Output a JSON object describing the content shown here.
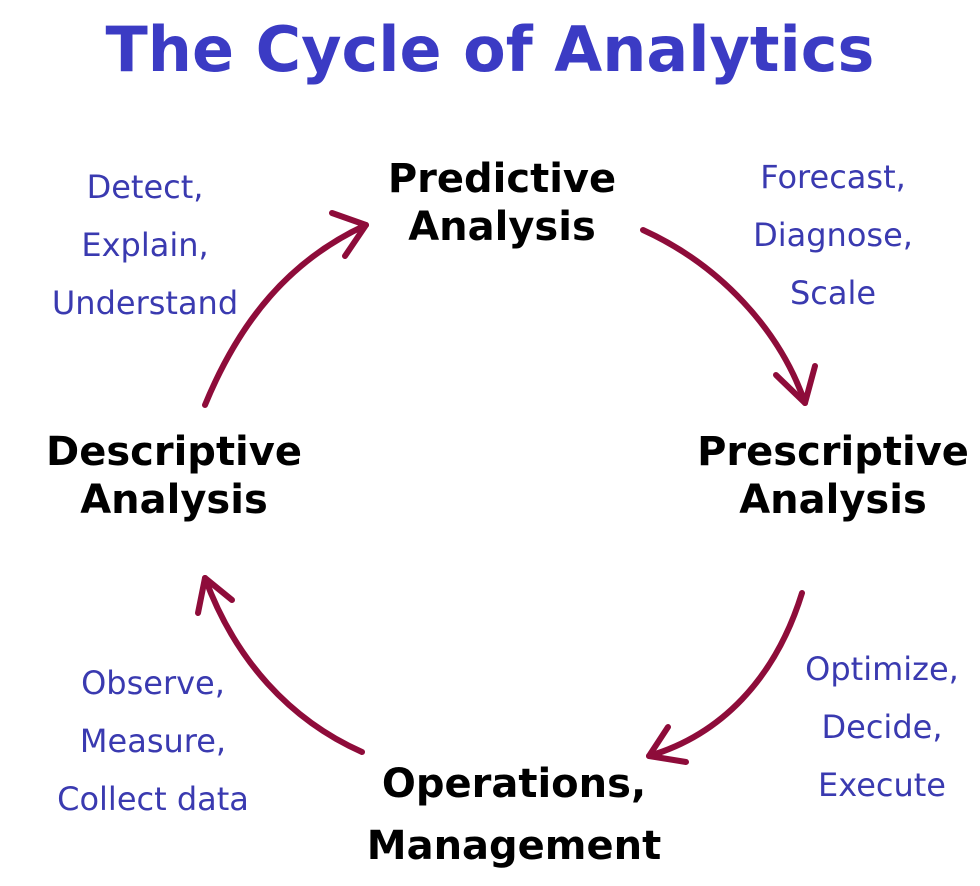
{
  "title": "The Cycle of Analytics",
  "colors": {
    "title": "#3b3bc4",
    "stage_text": "#000000",
    "verb_text": "#3a3ab0",
    "arrow": "#8e0c3a"
  },
  "stages": {
    "predictive": {
      "line1": "Predictive",
      "line2": "Analysis"
    },
    "prescriptive": {
      "line1": "Prescriptive",
      "line2": "Analysis"
    },
    "operations": {
      "line1": "Operations,",
      "line2": "Management"
    },
    "descriptive": {
      "line1": "Descriptive",
      "line2": "Analysis"
    }
  },
  "verbs": {
    "top_left": [
      "Detect,",
      "Explain,",
      "Understand"
    ],
    "top_right": [
      "Forecast,",
      "Diagnose,",
      "Scale"
    ],
    "bottom_right": [
      "Optimize,",
      "Decide,",
      "Execute"
    ],
    "bottom_left": [
      "Observe,",
      "Measure,",
      "Collect data"
    ]
  }
}
